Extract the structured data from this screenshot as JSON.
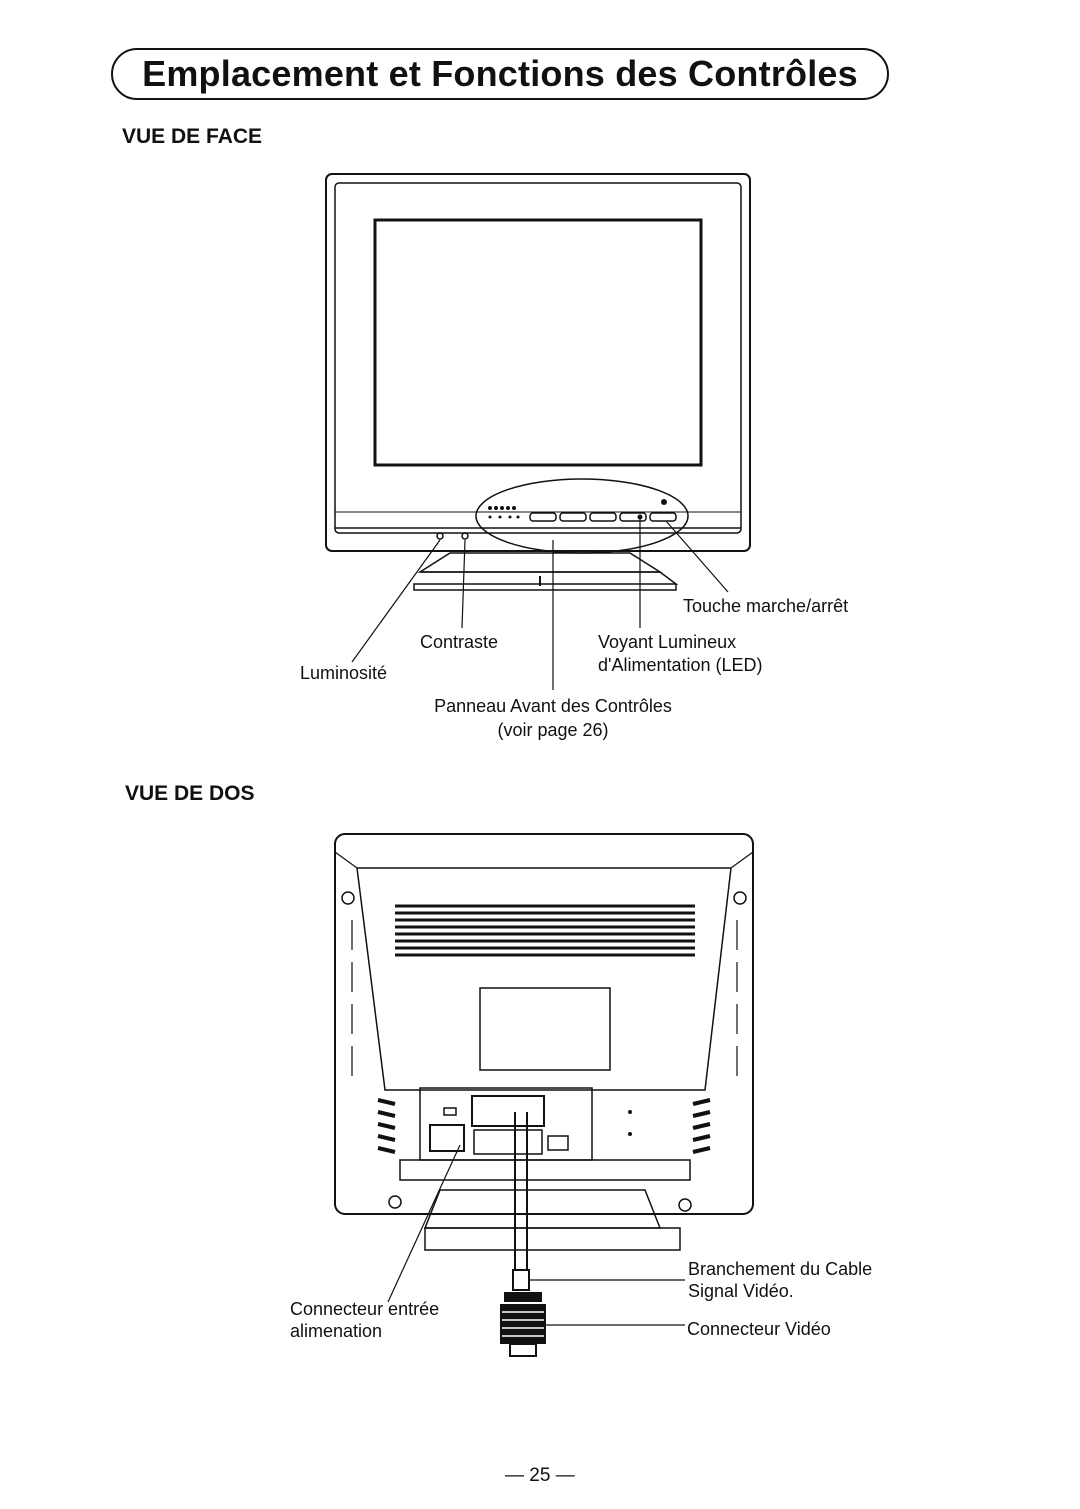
{
  "title": "Emplacement et Fonctions des Contrôles",
  "front_view": {
    "heading": "VUE DE FACE",
    "labels": {
      "power_button": "Touche marche/arrêt",
      "contrast": "Contraste",
      "brightness": "Luminosité",
      "power_led_line1": "Voyant Lumineux",
      "power_led_line2": "d'Alimentation (LED)",
      "front_panel_line1": "Panneau Avant des Contrôles",
      "front_panel_line2": "(voir page 26)"
    }
  },
  "back_view": {
    "heading": "VUE DE DOS",
    "labels": {
      "video_cable_line1": "Branchement du Cable",
      "video_cable_line2": "Signal Vidéo.",
      "video_connector": "Connecteur Vidéo",
      "power_input_line1": "Connecteur entrée",
      "power_input_line2": "alimenation"
    }
  },
  "page_number": "— 25 —"
}
